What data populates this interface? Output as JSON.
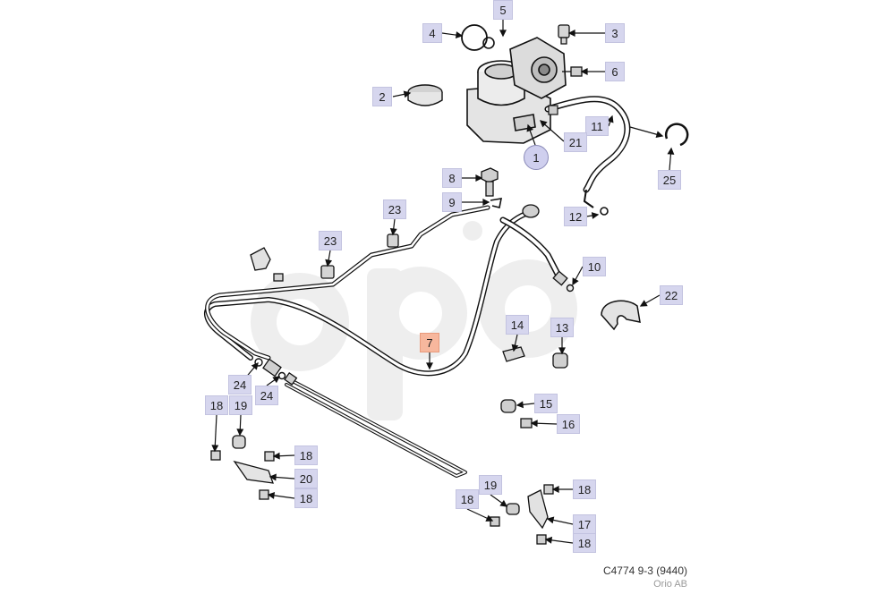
{
  "diagram": {
    "watermark_text": "orio",
    "selected_part": "7",
    "parts": [
      {
        "num": "1"
      },
      {
        "num": "2"
      },
      {
        "num": "3"
      },
      {
        "num": "4"
      },
      {
        "num": "5"
      },
      {
        "num": "6"
      },
      {
        "num": "7"
      },
      {
        "num": "8"
      },
      {
        "num": "9"
      },
      {
        "num": "10"
      },
      {
        "num": "11"
      },
      {
        "num": "12"
      },
      {
        "num": "13"
      },
      {
        "num": "14"
      },
      {
        "num": "15"
      },
      {
        "num": "16"
      },
      {
        "num": "17"
      },
      {
        "num": "18"
      },
      {
        "num": "19"
      },
      {
        "num": "20"
      },
      {
        "num": "21"
      },
      {
        "num": "22"
      },
      {
        "num": "23"
      },
      {
        "num": "24"
      },
      {
        "num": "25"
      }
    ]
  },
  "caption": {
    "code": "C4774 9-3 (9440)",
    "credit": "Orio AB"
  }
}
